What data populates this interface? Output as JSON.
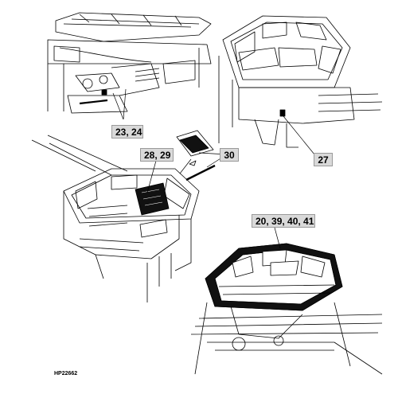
{
  "callouts": {
    "c1": "23, 24",
    "c2": "27",
    "c3": "28, 29",
    "c4": "30",
    "c5": "20, 39, 40, 41"
  },
  "figure_ref": "HP22662",
  "colors": {
    "line": "#000000",
    "highlight": "#111111",
    "callout_bg": "#d9d9d9"
  }
}
